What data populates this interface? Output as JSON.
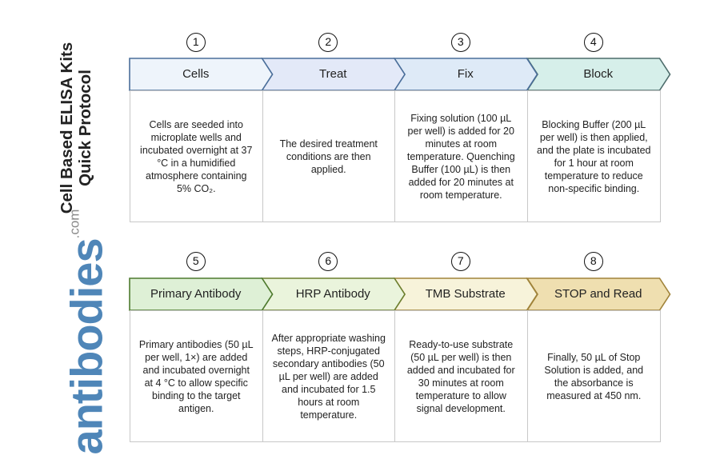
{
  "title": {
    "line1": "Cell Based ELISA Kits",
    "line2": "Quick Protocol"
  },
  "logo": {
    "name": "antibodies",
    "suffix": ".com",
    "color": "#4f86b8"
  },
  "steps": [
    {
      "number": "1",
      "label": "Cells",
      "description": "Cells are seeded into microplate wells and incubated overnight at 37 °C in a humidified atmosphere containing 5% CO₂.",
      "fill": "#eef4fb",
      "stroke": "#4a6e9a"
    },
    {
      "number": "2",
      "label": "Treat",
      "description": "The desired treatment conditions are then applied.",
      "fill": "#e3e9f8",
      "stroke": "#4a6e9a"
    },
    {
      "number": "3",
      "label": "Fix",
      "description": "Fixing solution (100 µL per well) is added for 20 minutes at room temperature. Quenching Buffer (100 µL) is then added for 20 minutes at room temperature.",
      "fill": "#deeaf7",
      "stroke": "#4a6e9a"
    },
    {
      "number": "4",
      "label": "Block",
      "description": "Blocking Buffer (200 µL per well) is then applied, and the plate is incubated for 1 hour at room temperature to reduce non-specific binding.",
      "fill": "#d6efea",
      "stroke": "#4c6b6a"
    },
    {
      "number": "5",
      "label": "Primary Antibody",
      "description": "Primary antibodies (50 µL per well, 1×) are added and incubated overnight at 4 °C to allow specific binding to the target antigen.",
      "fill": "#def0d6",
      "stroke": "#4d7a2e"
    },
    {
      "number": "6",
      "label": "HRP Antibody",
      "description": "After appropriate washing steps, HRP-conjugated secondary antibodies (50 µL per well) are added and incubated for 1.5 hours at room temperature.",
      "fill": "#eaf4dc",
      "stroke": "#6b7f2e"
    },
    {
      "number": "7",
      "label": "TMB Substrate",
      "description": "Ready-to-use substrate (50 µL per well) is then added and incubated for 30 minutes at room temperature to allow signal development.",
      "fill": "#f7f3da",
      "stroke": "#a0833a"
    },
    {
      "number": "8",
      "label": "STOP and Read",
      "description": "Finally, 50 µL of Stop Solution is added, and the absorbance is measured at 450 nm.",
      "fill": "#efdfb0",
      "stroke": "#a0833a"
    }
  ]
}
